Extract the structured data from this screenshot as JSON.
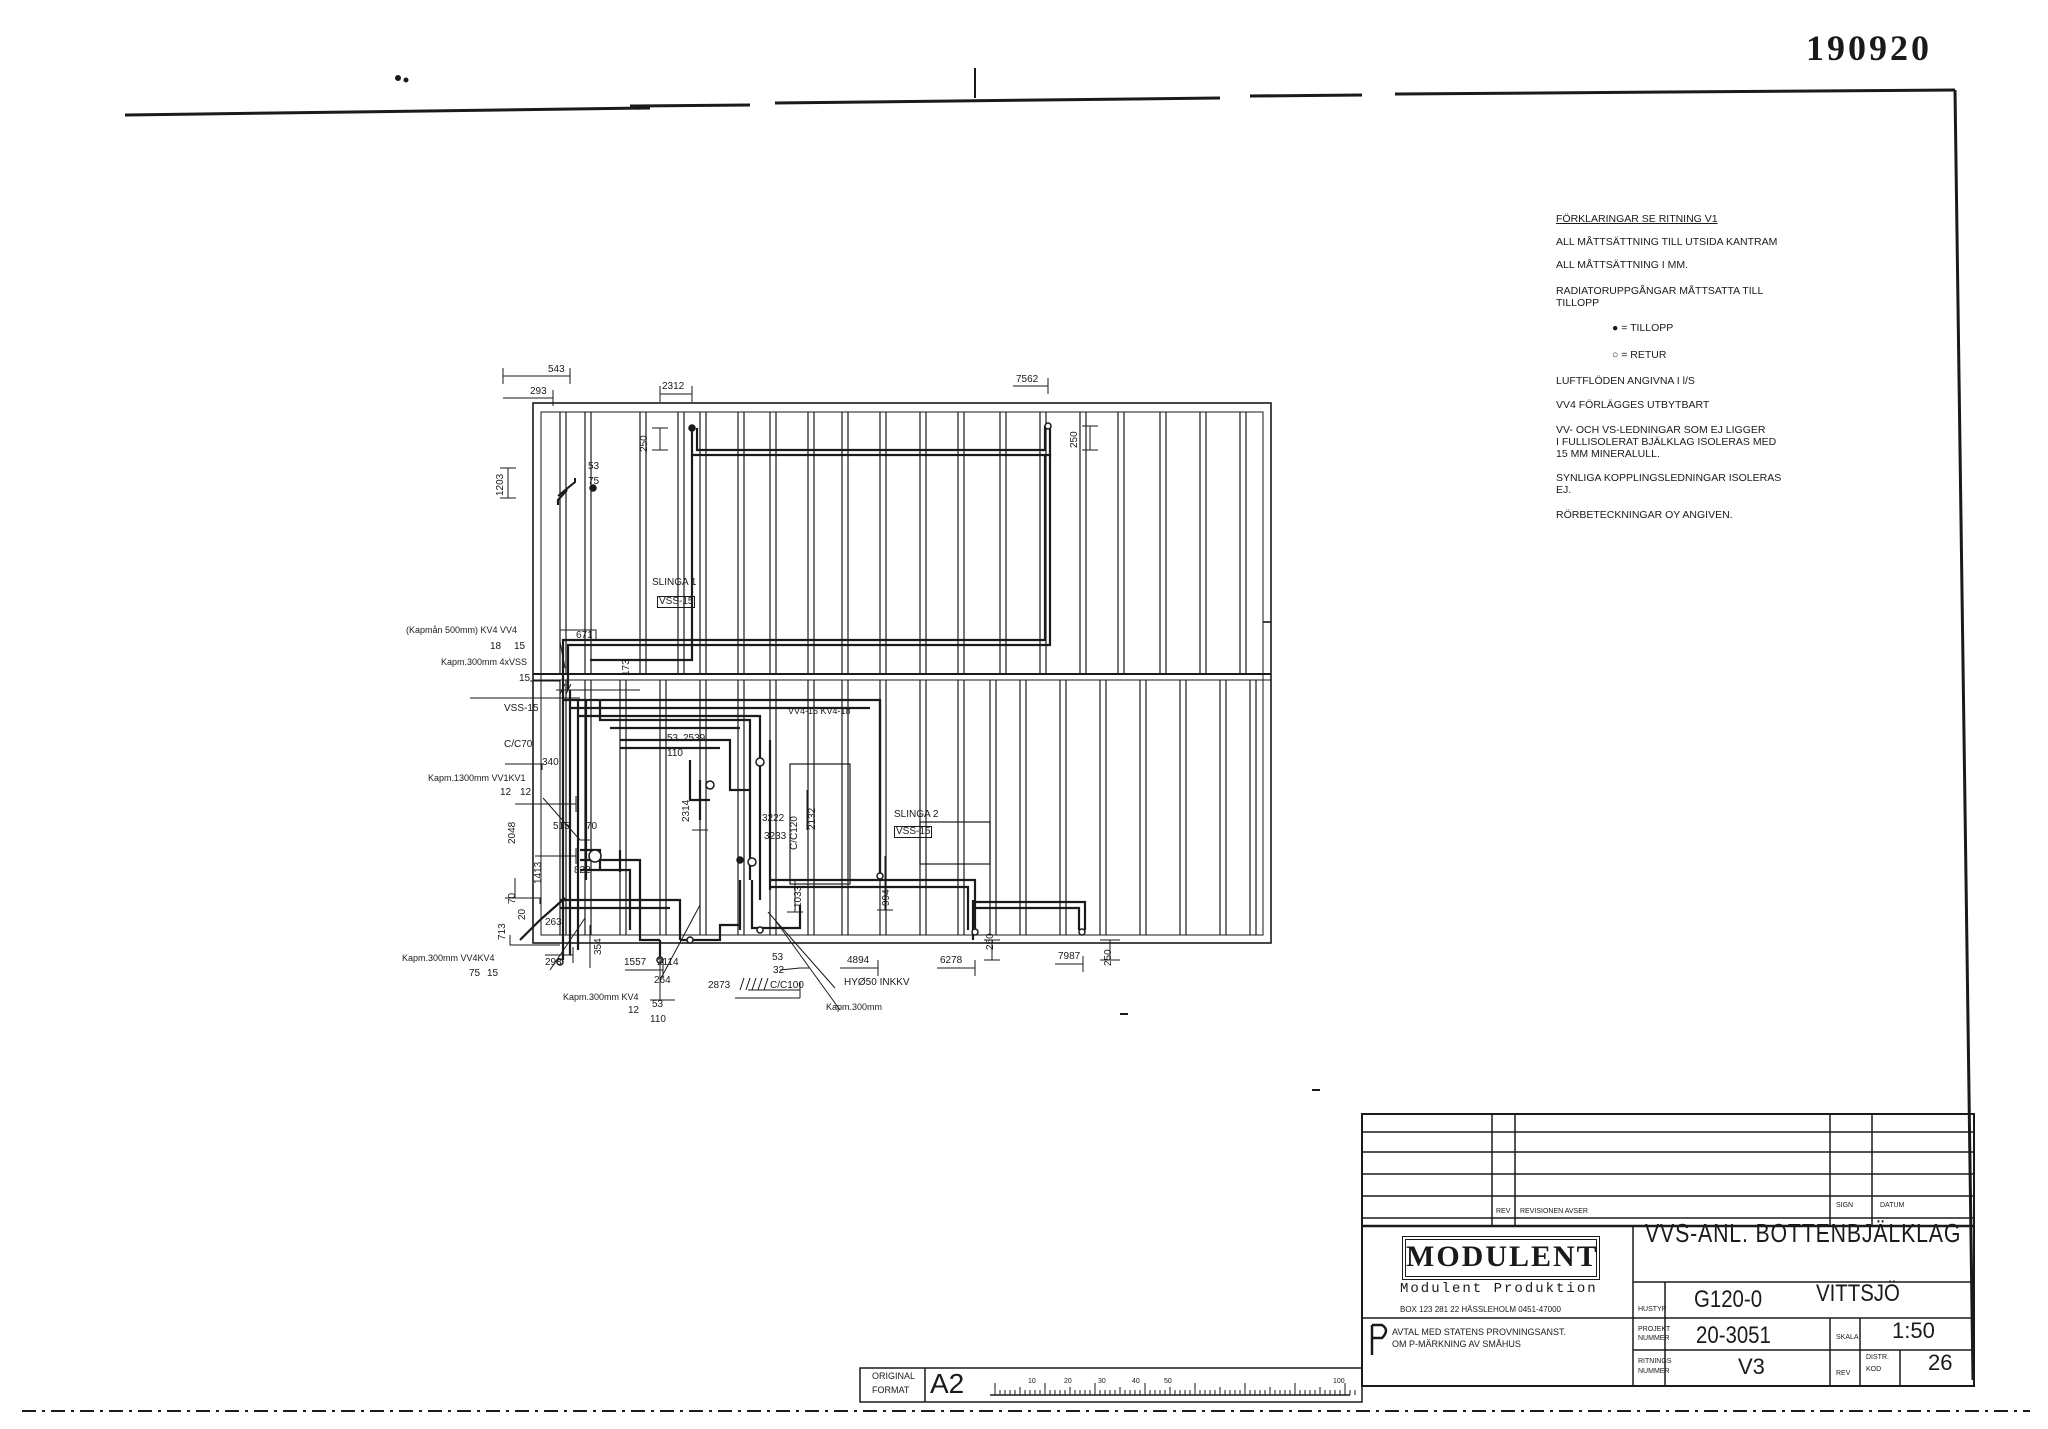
{
  "stamp_number": "190920",
  "notes": [
    "FÖRKLARINGAR SE RITNING V1",
    "ALL MÅTTSÄTTNING TILL UTSIDA KANTRAM",
    "ALL MÅTTSÄTTNING I MM.",
    "RADIATORUPPGÅNGAR MÅTTSATTA TILL",
    "TILLOPP",
    "● = TILLOPP",
    "○ = RETUR",
    "LUFTFLÖDEN ANGIVNA I l/S",
    "VV4 FÖRLÄGGES UTBYTBART",
    "VV- OCH VS-LEDNINGAR SOM EJ LIGGER",
    "I FULLISOLERAT BJÄLKLAG ISOLERAS MED",
    "15 MM MINERALULL.",
    "SYNLIGA KOPPLINGSLEDNINGAR ISOLERAS",
    "EJ.",
    "RÖRBETECKNINGAR OY ANGIVEN."
  ],
  "labels": {
    "d543": "543",
    "d293a": "293",
    "d2312": "2312",
    "d7562": "7562",
    "d250a": "250",
    "d250b": "250",
    "d1203": "1203",
    "s53a": "53",
    "s75": "75",
    "slinga1": "SLINGA 1",
    "vss15a": "VSS-15",
    "kapman500": "(Kapmån 500mm) KV4 VV4",
    "d671": "671",
    "d18a": "18",
    "d15a": "15",
    "kapm300_4x": "Kapm.300mm 4xVSS",
    "d15b": "15",
    "d173": "173",
    "vss15b": "VSS-15",
    "vv415": "VV4-15 KV4-18",
    "cc70": "C/C70",
    "d340": "340",
    "s53b": "53",
    "d2539": "2539",
    "s110": "110",
    "kapm1300": "Kapm.1300mm VV1KV1",
    "d12a": "12",
    "d12b": "12",
    "d2314": "2314",
    "d3222": "3222",
    "d3233": "3233",
    "d2132": "2132",
    "cc120": "C/C120",
    "slinga2": "SLINGA 2",
    "vss15c": "VSS-15",
    "d2048": "2048",
    "d515": "515",
    "d70a": "70",
    "d1413": "1413",
    "d822": "822",
    "d994": "994",
    "d1033": "1033",
    "d70b": "70",
    "d20": "20",
    "d713": "713",
    "d263": "263",
    "kapm300vv4": "Kapm.300mm VV4KV4",
    "d75": "75",
    "d15c": "15",
    "d293b": "293",
    "d354": "354",
    "d1557": "1557",
    "d2114": "2114",
    "d264": "264",
    "s53c": "53",
    "s32": "32",
    "d4894": "4894",
    "d6278": "6278",
    "d7987": "7987",
    "d250c": "250",
    "d250d": "250",
    "d2873": "2873",
    "cc100": "C/C100",
    "hy50": "HYØ50 INKKV",
    "kapm300kv4": "Kapm.300mm KV4",
    "d12c": "12",
    "s53d": "53",
    "s110b": "110",
    "kapm300": "Kapm.300mm"
  },
  "title_block": {
    "rev_header": "REV",
    "revision_header": "REVISIONEN AVSER",
    "sign_header": "SIGN",
    "datum_header": "DATUM",
    "company_logo": "MODULENT",
    "company_sub": "Modulent Produktion",
    "company_address": "BOX 123   281 22 HÄSSLEHOLM  0451-47000",
    "agreement_line1": "AVTAL MED STATENS PROVNINGSANST.",
    "agreement_line2": "OM P-MÄRKNING AV SMÅHUS",
    "drawing_title": "VVS-ANL. BOTTENBJÄLKLAG",
    "hustyp_label": "HUSTYP",
    "hustyp_value": "G120-0",
    "place_value": "VITTSJÖ",
    "projekt_label1": "PROJEKT",
    "projekt_label2": "NUMMER",
    "projekt_value": "20-3051",
    "skala_label": "SKALA",
    "skala_value": "1:50",
    "ritning_label1": "RITNINGS",
    "ritning_label2": "NUMMER",
    "ritning_value": "V3",
    "rev_label": "REV",
    "distr_label1": "DISTR.",
    "distr_label2": "KOD",
    "distr_value": "26"
  },
  "format_strip": {
    "label1": "ORIGINAL",
    "label2": "FORMAT",
    "format_value": "A2",
    "scale_ticks": [
      "10",
      "20",
      "30",
      "40",
      "50",
      "100"
    ]
  }
}
